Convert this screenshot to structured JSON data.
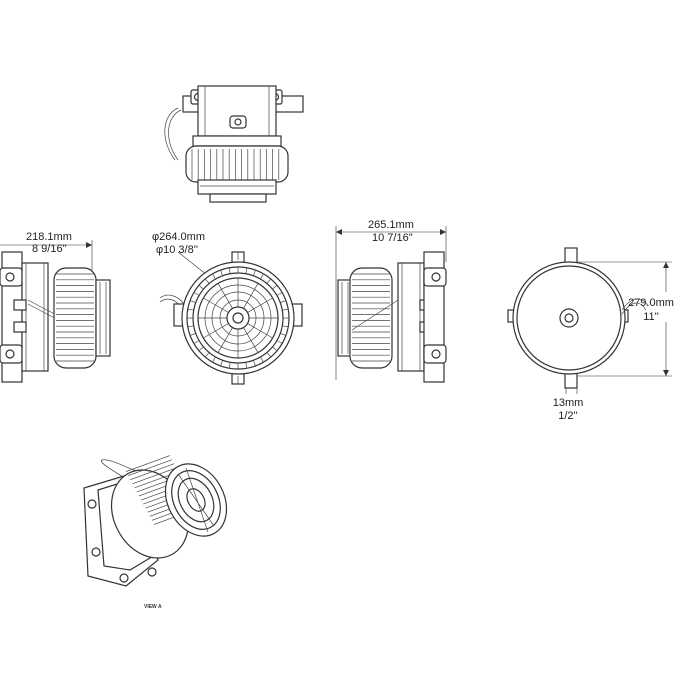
{
  "dimensions": {
    "width_metric": "218.1mm",
    "width_imperial": "8 9/16''",
    "lens_metric": "φ264.0mm",
    "lens_imperial": "φ10 3/8''",
    "depth_metric": "265.1mm",
    "depth_imperial": "10 7/16''",
    "height_metric": "279.0mm",
    "height_imperial": "11''",
    "tab_metric": "13mm",
    "tab_imperial": "1/2''"
  },
  "captions": {
    "iso_view": "VIEW A"
  },
  "colors": {
    "line": "#333333",
    "background": "#ffffff"
  }
}
